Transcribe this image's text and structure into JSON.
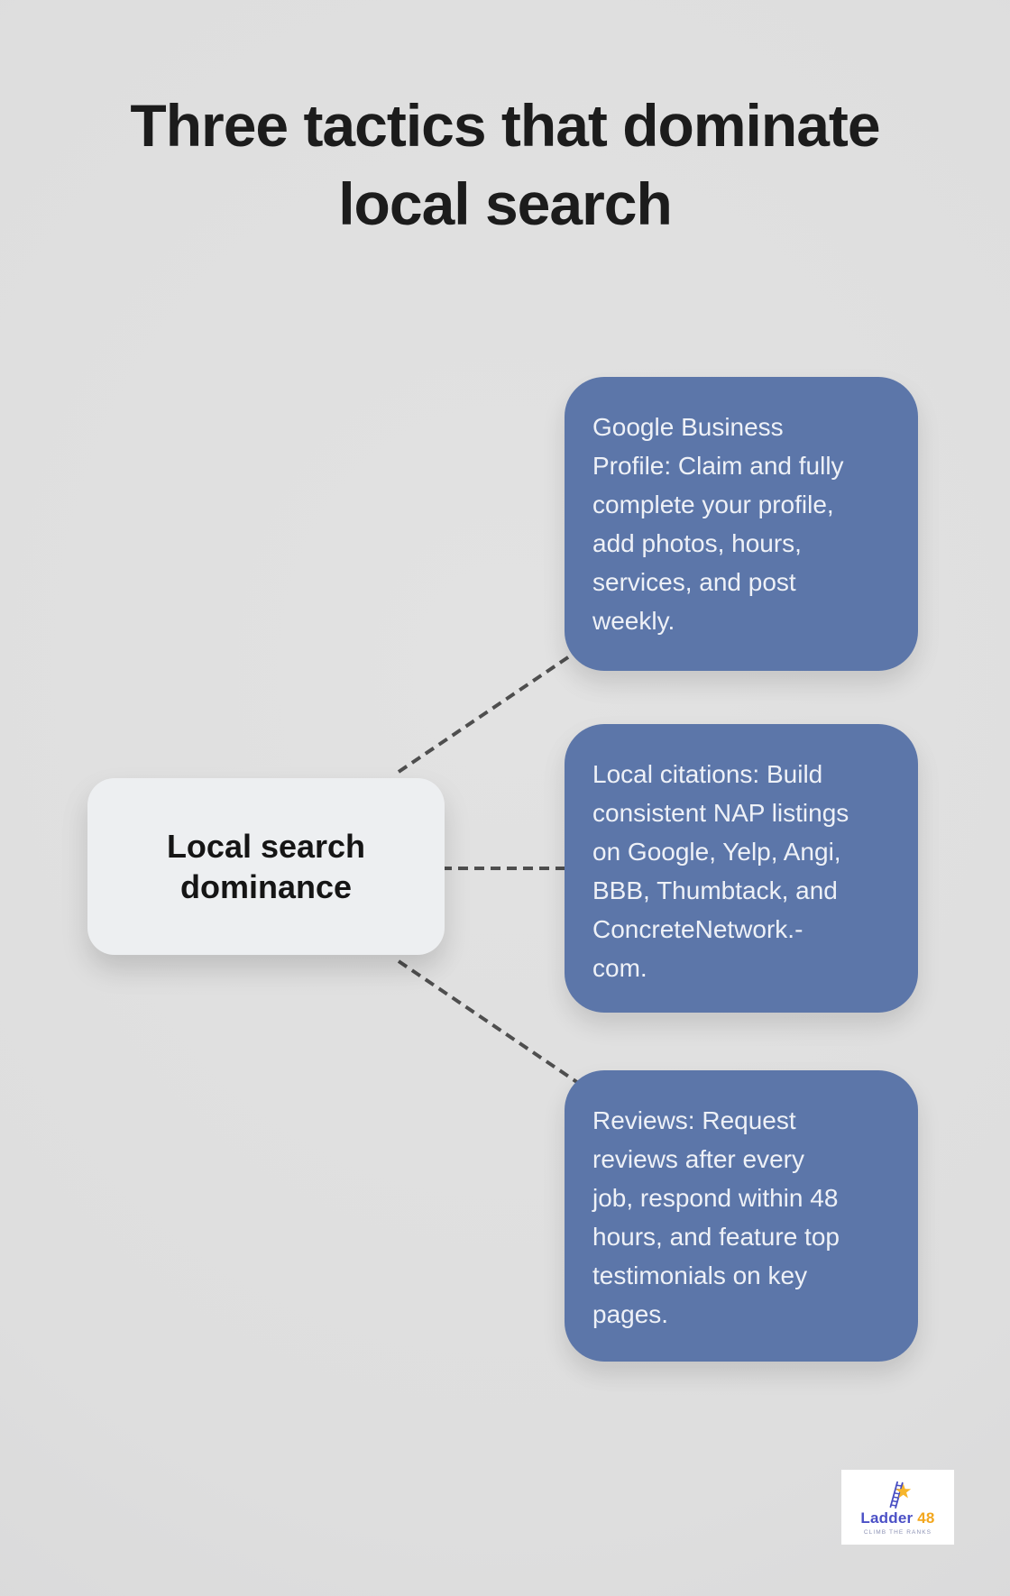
{
  "page": {
    "title": "Three tactics that dominate\nlocal search"
  },
  "diagram": {
    "center": {
      "label": "Local search\ndominance"
    },
    "branches": [
      {
        "id": "google-business-profile",
        "text": "Google Business\nProfile: Claim and fully\ncomplete your profile,\nadd photos, hours,\nservices, and post\nweekly."
      },
      {
        "id": "local-citations",
        "text": "Local citations: Build\nconsistent NAP listings\non Google, Yelp, Angi,\nBBB, Thumbtack, and\nConcreteNetwork.-\ncom."
      },
      {
        "id": "reviews",
        "text": "Reviews: Request\nreviews after every\njob, respond within 48\nhours, and feature top\ntestimonials on key\npages."
      }
    ]
  },
  "logo": {
    "brand": "Ladder",
    "number": "48",
    "tagline": "CLIMB THE RANKS"
  },
  "colors": {
    "background": "#dedede",
    "title_text": "#1c1c1c",
    "branch_box": "#5c76a9",
    "branch_text": "#eef1f7",
    "center_box": "#edeff1",
    "center_text": "#151515",
    "connector": "#4e4e4e",
    "logo_brand": "#4b50c6",
    "logo_accent": "#f3a71e",
    "logo_star": "#f6b52b"
  }
}
